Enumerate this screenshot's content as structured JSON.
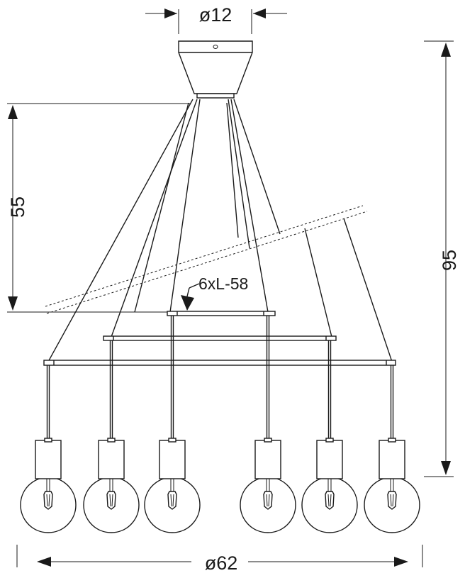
{
  "dimensions": {
    "canopy_diameter": "ø12",
    "overall_diameter": "ø62",
    "height_total": "95",
    "height_cables": "55",
    "cable_spec": "6xL-58"
  },
  "lamps": {
    "count": 6
  }
}
